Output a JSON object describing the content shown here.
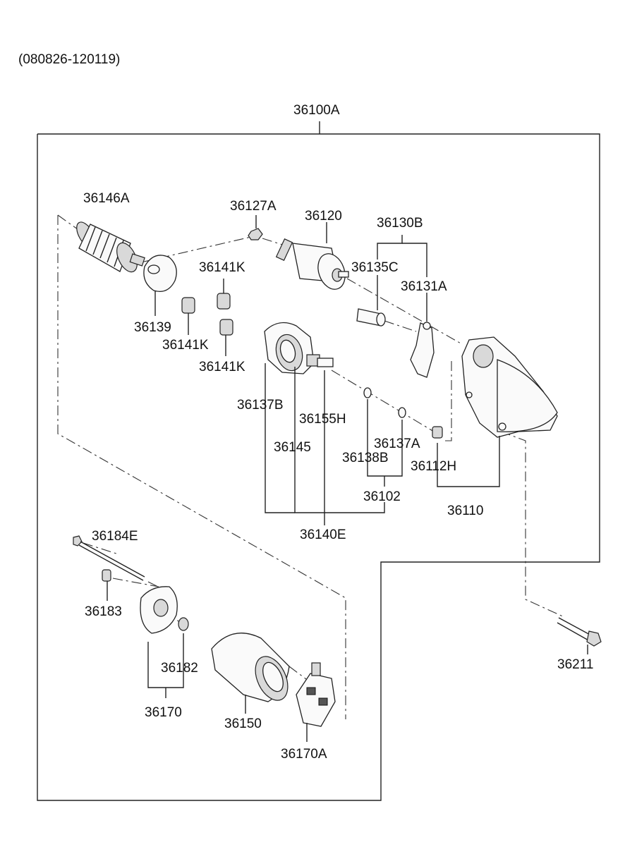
{
  "header": {
    "date_range": "(080826-120119)"
  },
  "labels": {
    "p36100A": "36100A",
    "p36146A": "36146A",
    "p36127A": "36127A",
    "p36120": "36120",
    "p36130B": "36130B",
    "p36135C": "36135C",
    "p36131A": "36131A",
    "p36141K_top": "36141K",
    "p36139": "36139",
    "p36141K_mid": "36141K",
    "p36141K_bot": "36141K",
    "p36137B": "36137B",
    "p36155H": "36155H",
    "p36145": "36145",
    "p36137A": "36137A",
    "p36138B": "36138B",
    "p36112H": "36112H",
    "p36102": "36102",
    "p36110": "36110",
    "p36140E": "36140E",
    "p36184E": "36184E",
    "p36183": "36183",
    "p36182": "36182",
    "p36170": "36170",
    "p36150": "36150",
    "p36170A": "36170A",
    "p36211": "36211"
  }
}
